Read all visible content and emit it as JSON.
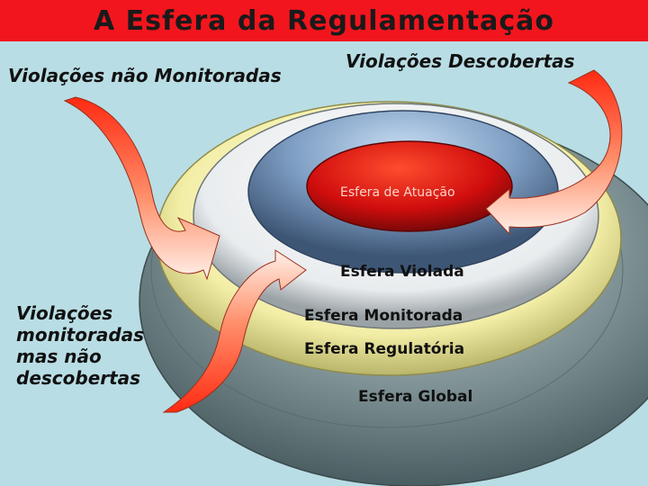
{
  "title": "A Esfera da Regulamentação",
  "labels": {
    "unmonitored": "Violações não Monitoradas",
    "discovered": "Violações Descobertas",
    "monitored_undiscovered": [
      "Violações",
      "monitoradas",
      "mas não",
      "descobertas"
    ]
  },
  "spheres": {
    "action": "Esfera de Atuação",
    "violated": "Esfera Violada",
    "monitored": "Esfera Monitorada",
    "regulatory": "Esfera Regulatória",
    "global": "Esfera Global"
  },
  "colors": {
    "title_bar": "#f2151d",
    "background": "#b9dde4",
    "global": "#4f6a6f",
    "regulatory": "#efe99a",
    "monitored": "#e6e9ea",
    "violated": "#6d8fb6",
    "action": "#d21010"
  }
}
